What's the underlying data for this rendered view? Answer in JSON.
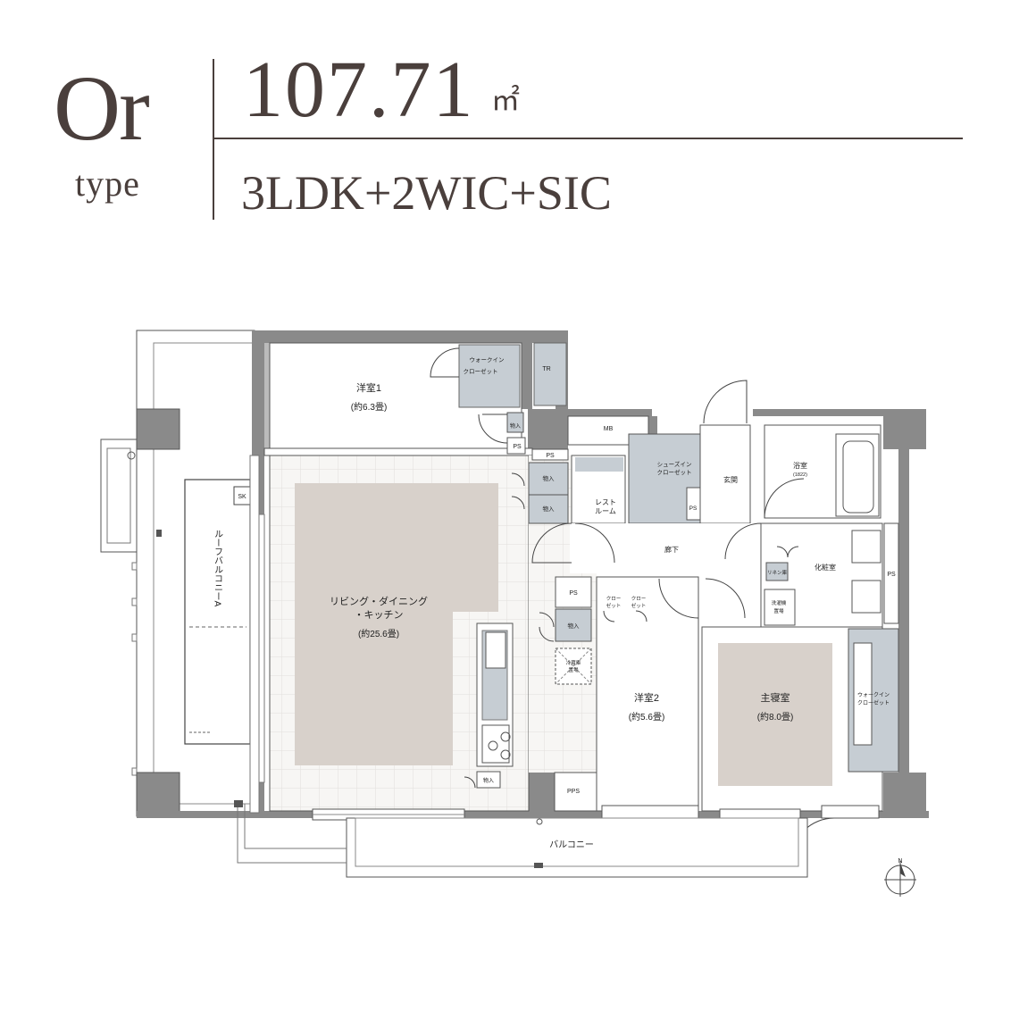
{
  "header": {
    "type_name": "Or",
    "type_word": "type",
    "area": "107.71",
    "area_unit": "㎡",
    "layout": "3LDK+2WIC+SIC"
  },
  "rooms": {
    "youshitsu1": "洋室1",
    "youshitsu1_size": "(約6.3畳)",
    "walkin1_line1": "ウォークイン",
    "walkin1_line2": "クローゼット",
    "tr": "TR",
    "mb": "MB",
    "storage": "物入",
    "ps": "PS",
    "sk": "SK",
    "shoes_line1": "シューズイン",
    "shoes_line2": "クローゼット",
    "genkan": "玄関",
    "bath": "浴室",
    "bath_size": "(1822)",
    "rest_line1": "レスト",
    "rest_line2": "ルーム",
    "rouka": "廊下",
    "linen": "リネン庫",
    "keshou": "化粧室",
    "washer_line1": "洗濯機",
    "washer_line2": "置場",
    "closet_line1": "クロー",
    "closet_line2": "ゼット",
    "ldk_line1": "リビング・ダイニング",
    "ldk_line2": "・キッチン",
    "ldk_size": "(約25.6畳)",
    "fridge_line1": "冷蔵庫",
    "fridge_line2": "置場",
    "youshitsu2": "洋室2",
    "youshitsu2_size": "(約5.6畳)",
    "master": "主寝室",
    "master_size": "(約8.0畳)",
    "walkin2_line1": "ウォークイン",
    "walkin2_line2": "クローゼット",
    "pps": "PPS",
    "balcony": "バルコニー",
    "roof_balcony": "ルーフバルコニーA",
    "north": "N"
  }
}
